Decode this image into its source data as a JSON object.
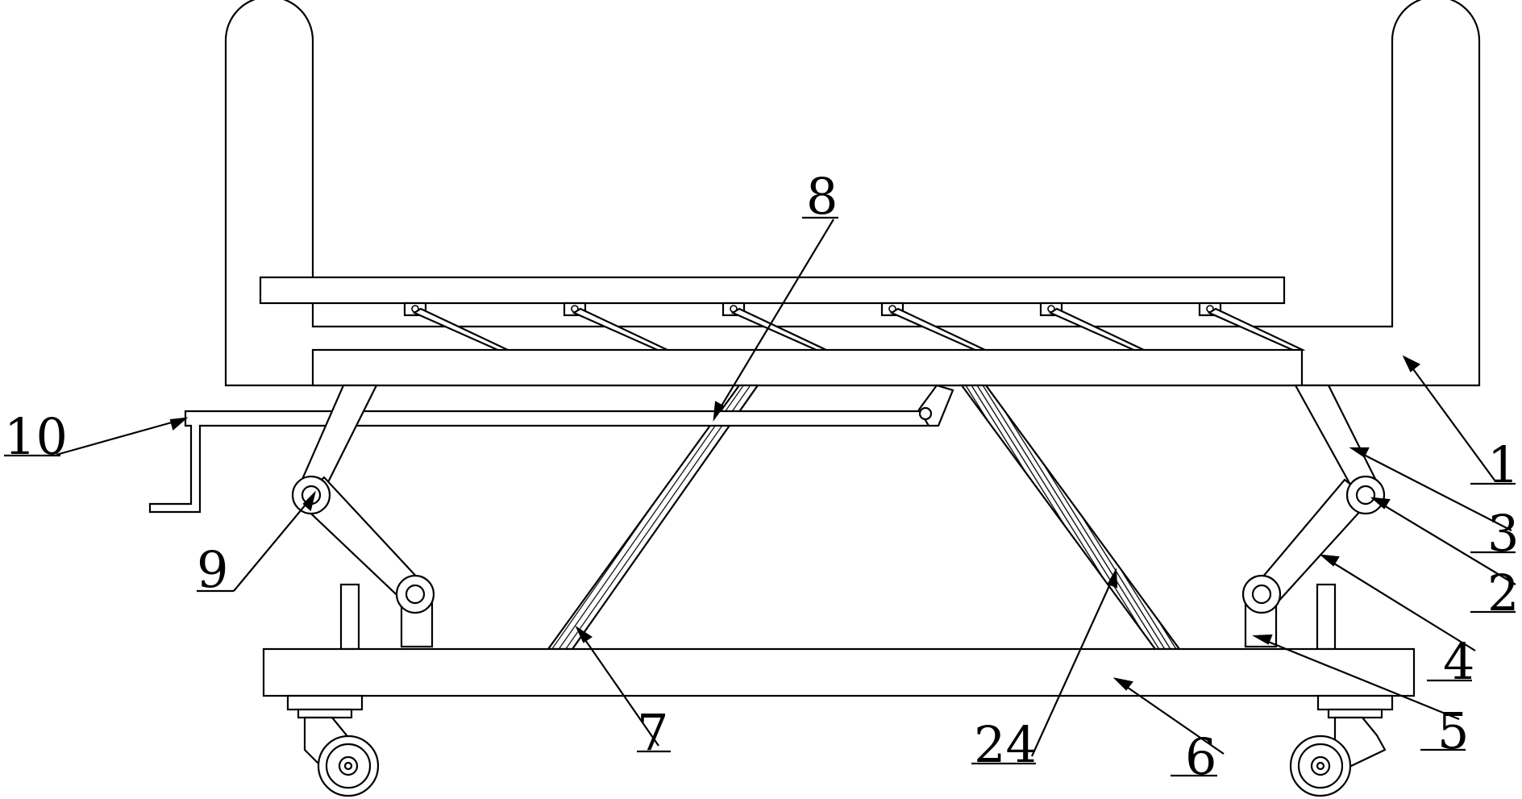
{
  "figure": {
    "labels": [
      {
        "id": "1",
        "text": "1"
      },
      {
        "id": "2",
        "text": "2"
      },
      {
        "id": "3",
        "text": "3"
      },
      {
        "id": "4",
        "text": "4"
      },
      {
        "id": "5",
        "text": "5"
      },
      {
        "id": "6",
        "text": "6"
      },
      {
        "id": "7",
        "text": "7"
      },
      {
        "id": "8",
        "text": "8"
      },
      {
        "id": "9",
        "text": "9"
      },
      {
        "id": "10",
        "text": "10"
      },
      {
        "id": "24",
        "text": "24"
      }
    ]
  }
}
